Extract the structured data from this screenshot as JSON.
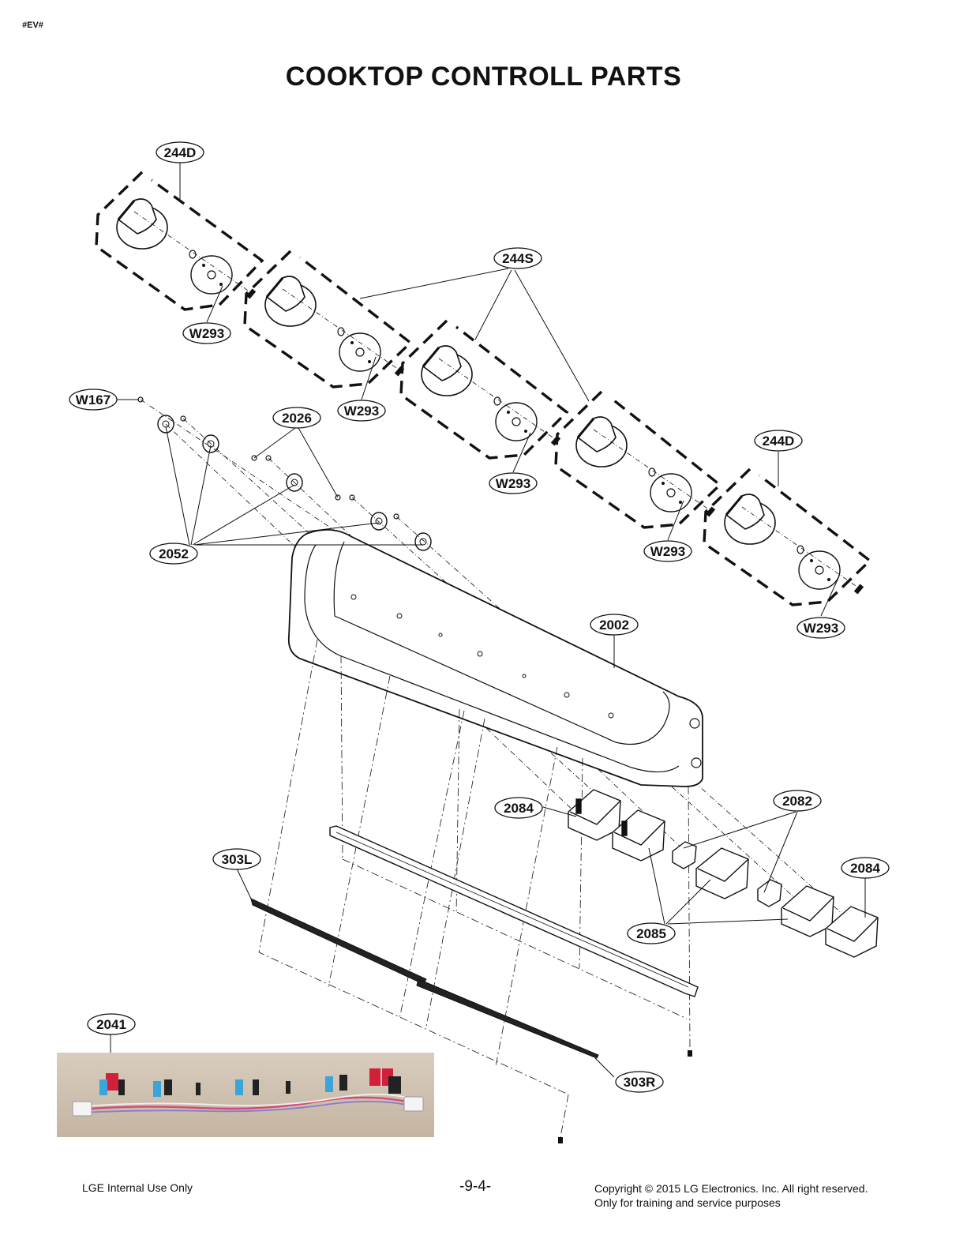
{
  "header": {
    "tag": "#EV#",
    "title": "COOKTOP CONTROLL PARTS"
  },
  "callouts": {
    "c244D_top": "244D",
    "c244S": "244S",
    "c244D_right": "244D",
    "cW293_1": "W293",
    "cW293_2": "W293",
    "cW293_3": "W293",
    "cW293_4": "W293",
    "cW293_5": "W293",
    "cW167": "W167",
    "c2026": "2026",
    "c2052": "2052",
    "c2002": "2002",
    "c2084_left": "2084",
    "c2082": "2082",
    "c2084_right": "2084",
    "c2085": "2085",
    "c303L": "303L",
    "c303R": "303R",
    "c2041": "2041"
  },
  "footer": {
    "left": "LGE Internal Use Only",
    "page": "-9-4-",
    "copyright_line1": "Copyright © 2015 LG Electronics. Inc. All right reserved.",
    "copyright_line2": "Only for training and service purposes"
  },
  "colors": {
    "line": "#111111",
    "harness_pink": "#d44a7a",
    "harness_blue": "#3aa6d8",
    "harness_red": "#d2203a"
  }
}
